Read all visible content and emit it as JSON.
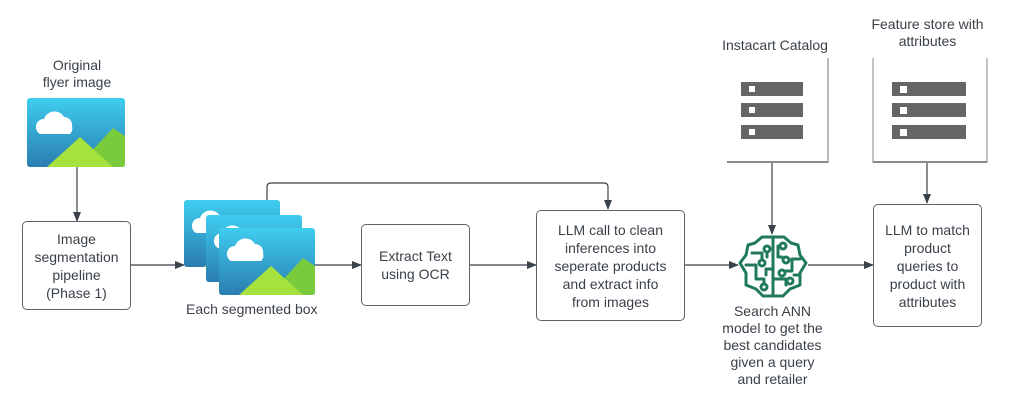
{
  "diagram": {
    "nodes": {
      "original_image": {
        "label": "Original\nflyer image",
        "icon": "image-icon"
      },
      "segmentation": {
        "label": "Image\nsegmentation\npipeline\n(Phase 1)"
      },
      "segmented_boxes": {
        "label": "Each segmented box",
        "icon": "stacked-images-icon"
      },
      "ocr": {
        "label": "Extract Text\nusing OCR"
      },
      "llm_clean": {
        "label": "LLM call to clean\ninferences into\nseperate products\nand extract info\nfrom images"
      },
      "catalog": {
        "label": "Instacart Catalog",
        "icon": "database-icon"
      },
      "feature_store": {
        "label": "Feature store with\nattributes",
        "icon": "database-icon"
      },
      "ann_search": {
        "label": "Search ANN\nmodel to get the\nbest candidates\ngiven a query\nand retailer",
        "icon": "brain-circuit-icon"
      },
      "llm_match": {
        "label": "LLM to match\nproduct\nqueries to\nproduct with\nattributes"
      }
    },
    "edges": [
      {
        "from": "original_image",
        "to": "segmentation"
      },
      {
        "from": "segmentation",
        "to": "segmented_boxes"
      },
      {
        "from": "segmented_boxes",
        "to": "ocr"
      },
      {
        "from": "segmented_boxes",
        "to": "llm_clean"
      },
      {
        "from": "ocr",
        "to": "llm_clean"
      },
      {
        "from": "llm_clean",
        "to": "ann_search"
      },
      {
        "from": "catalog",
        "to": "ann_search"
      },
      {
        "from": "ann_search",
        "to": "llm_match"
      },
      {
        "from": "feature_store",
        "to": "llm_match"
      }
    ],
    "colors": {
      "brain_green": "#1f7a5a",
      "sky_top": "#3fcdf0",
      "sky_bottom": "#2a7db0",
      "hill_light": "#a6e23e",
      "hill_dark": "#7acb3c",
      "db_bar": "#666666",
      "line": "#3a414a"
    }
  }
}
